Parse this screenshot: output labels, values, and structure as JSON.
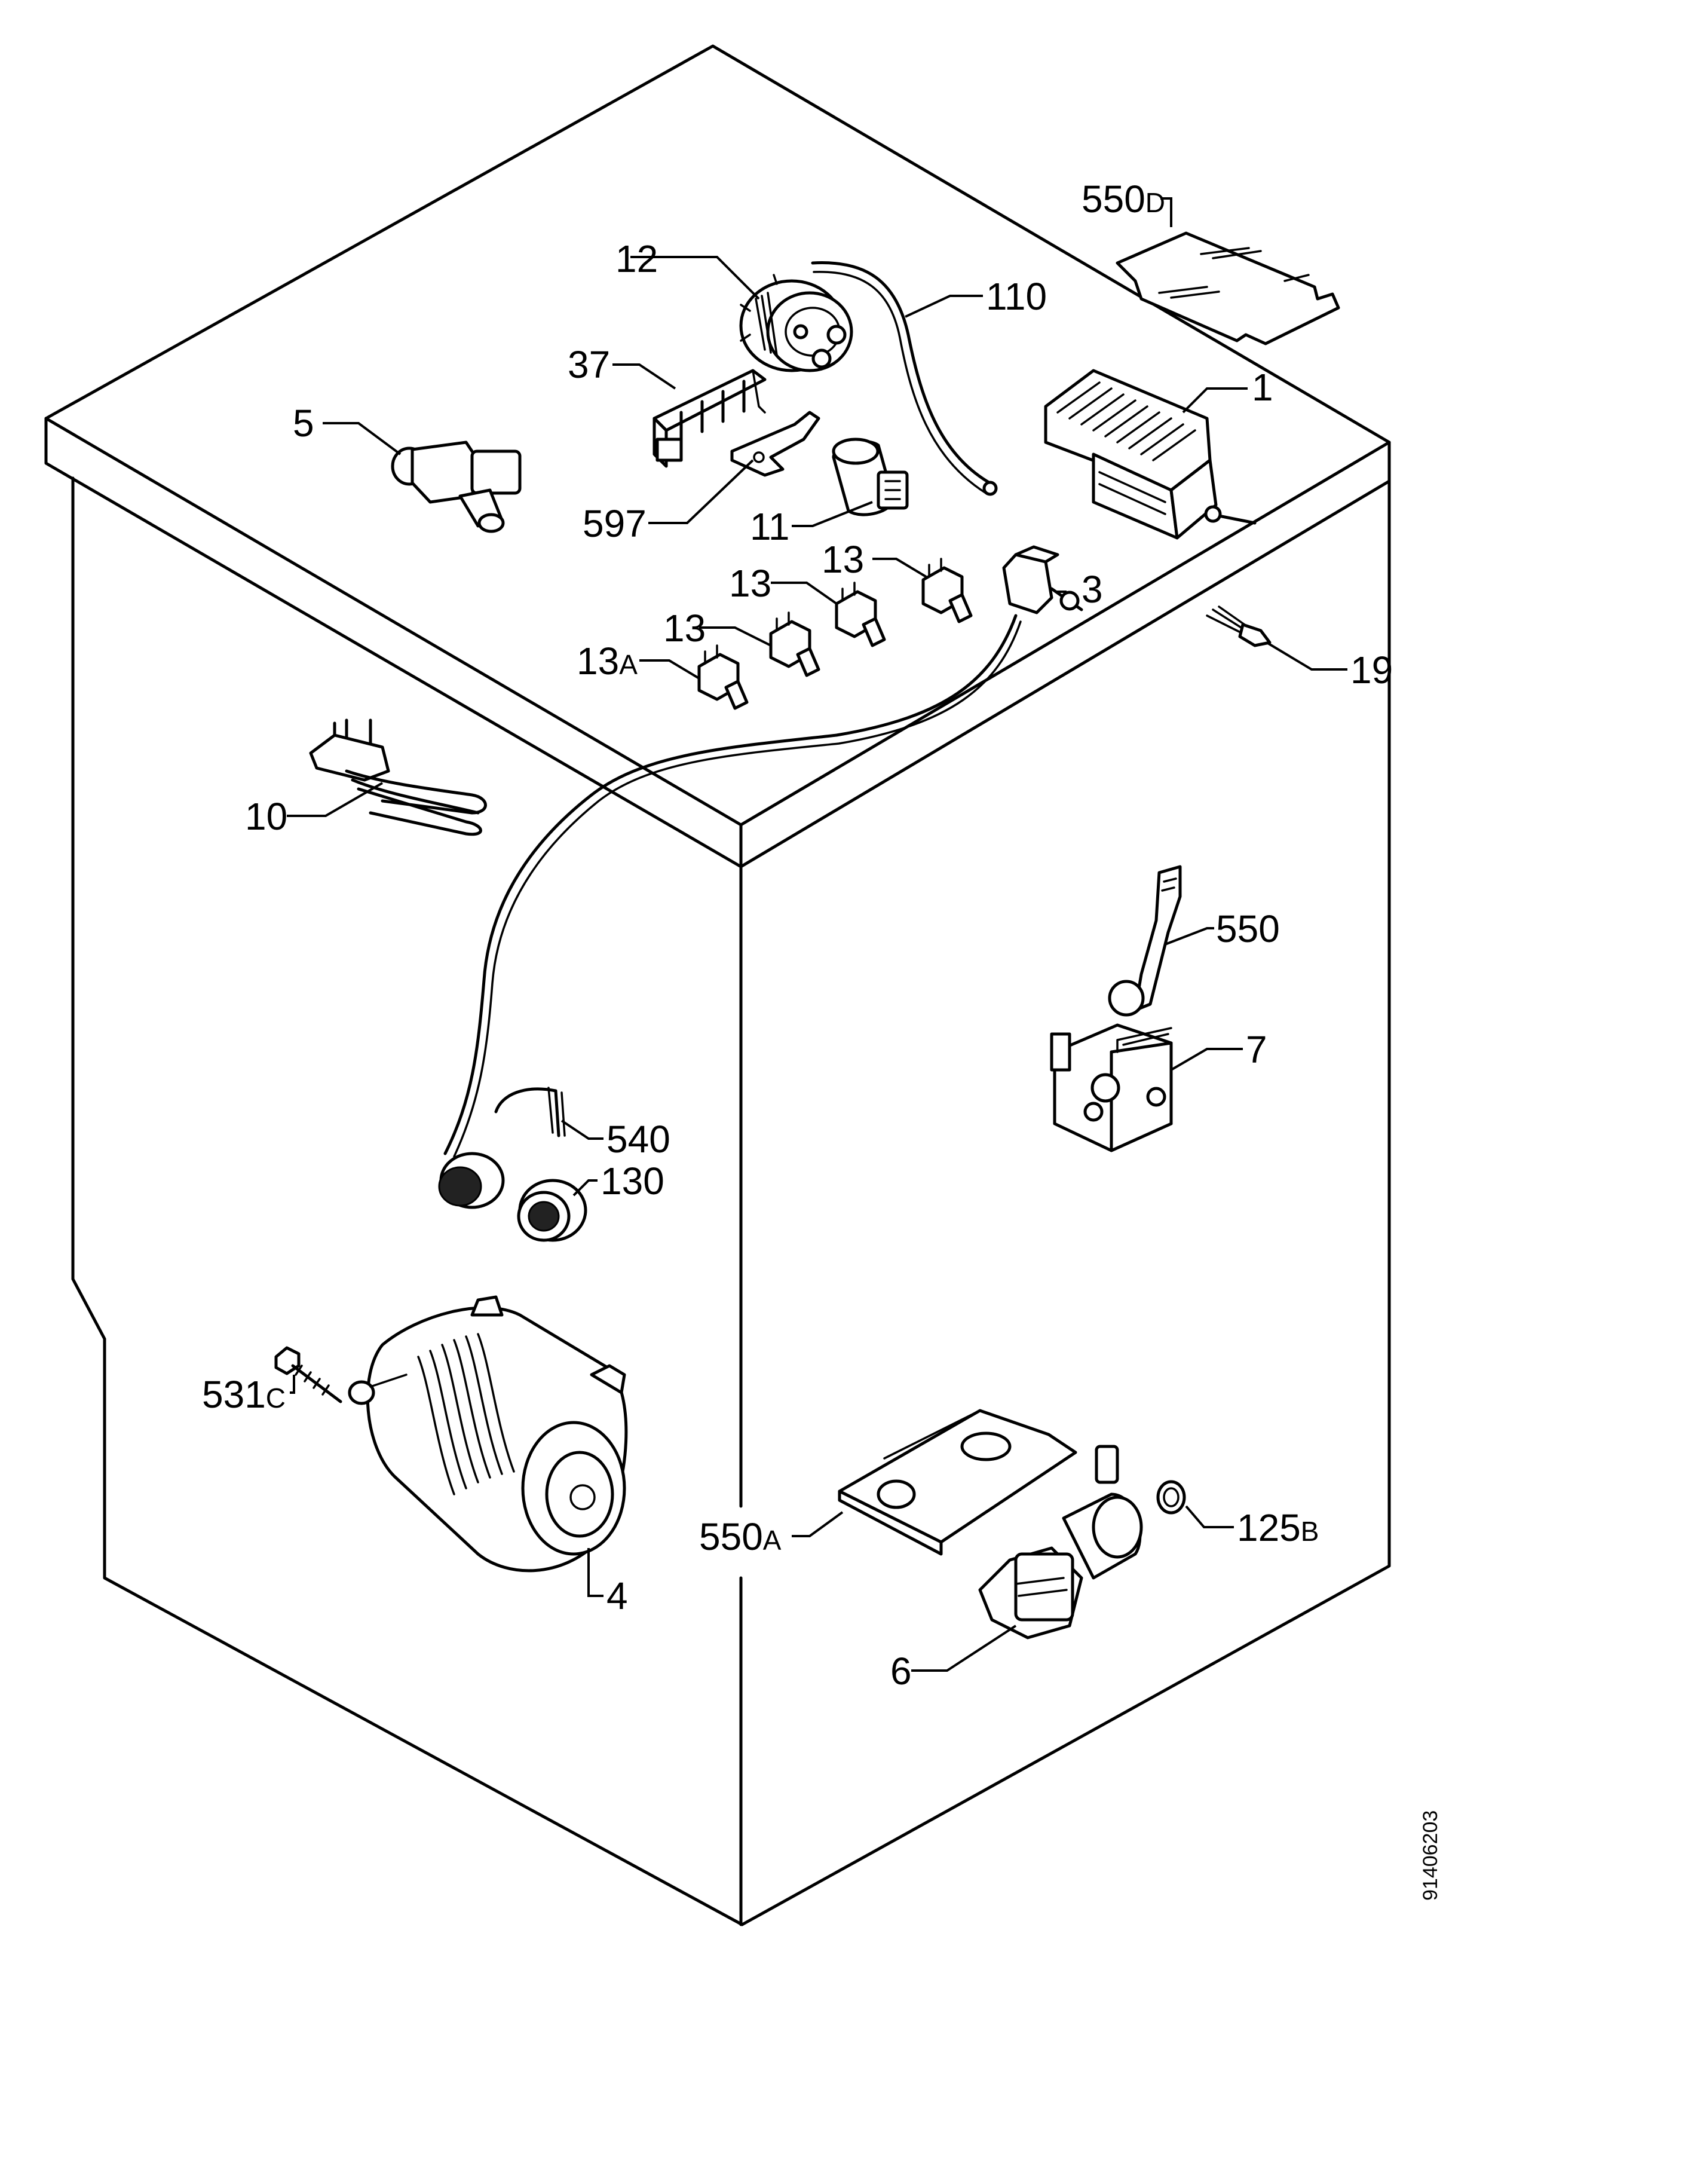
{
  "callouts": {
    "c1": {
      "main": "1",
      "suffix": ""
    },
    "c3": {
      "main": "3",
      "suffix": ""
    },
    "c4": {
      "main": "4",
      "suffix": ""
    },
    "c5": {
      "main": "5",
      "suffix": ""
    },
    "c6": {
      "main": "6",
      "suffix": ""
    },
    "c7": {
      "main": "7",
      "suffix": ""
    },
    "c10": {
      "main": "10",
      "suffix": ""
    },
    "c11": {
      "main": "11",
      "suffix": ""
    },
    "c12": {
      "main": "12",
      "suffix": ""
    },
    "c13a": {
      "main": "13",
      "suffix": ""
    },
    "c13b": {
      "main": "13",
      "suffix": ""
    },
    "c13c": {
      "main": "13",
      "suffix": ""
    },
    "c13A": {
      "main": "13",
      "suffix": "A"
    },
    "c19": {
      "main": "19",
      "suffix": ""
    },
    "c37": {
      "main": "37",
      "suffix": ""
    },
    "c110": {
      "main": "110",
      "suffix": ""
    },
    "c125B": {
      "main": "125",
      "suffix": "B"
    },
    "c130": {
      "main": "130",
      "suffix": ""
    },
    "c531C": {
      "main": "531",
      "suffix": "C"
    },
    "c540": {
      "main": "540",
      "suffix": ""
    },
    "c550": {
      "main": "550",
      "suffix": ""
    },
    "c550A": {
      "main": "550",
      "suffix": "A"
    },
    "c550D": {
      "main": "550",
      "suffix": "D"
    },
    "c597": {
      "main": "597",
      "suffix": ""
    }
  },
  "doc_number": "91406203"
}
